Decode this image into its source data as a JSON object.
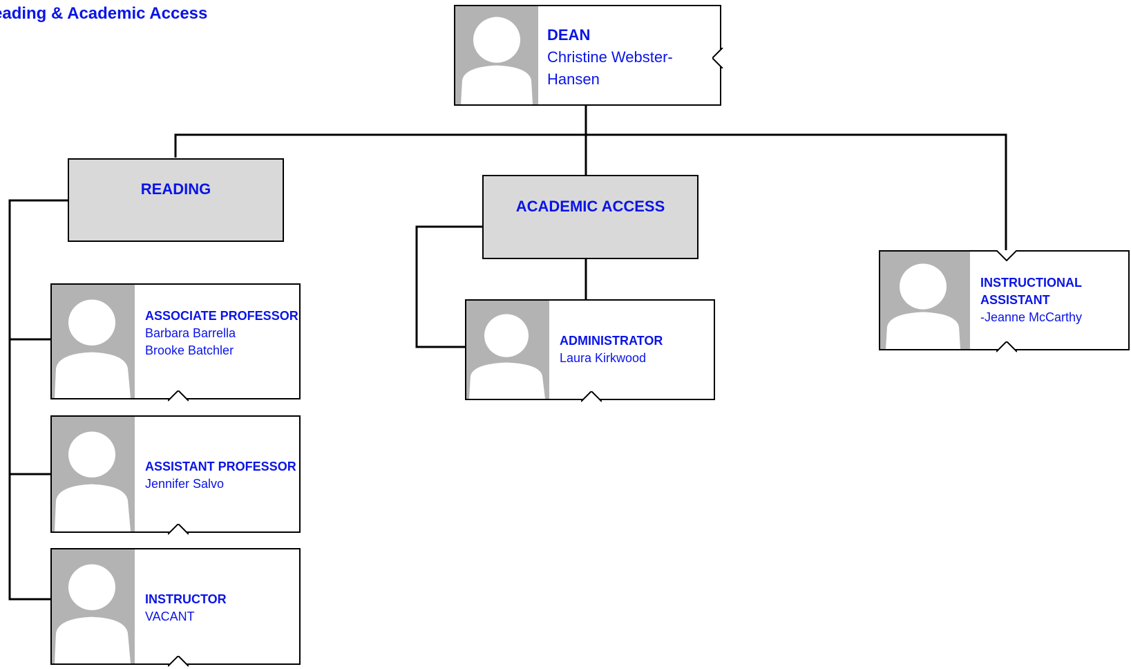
{
  "title": "eading & Academic Access",
  "colors": {
    "text": "#0a14e6",
    "photo_bg": "#b3b3b3",
    "dept_fill": "#d9d9d9",
    "line": "#000000"
  },
  "dean": {
    "role": "DEAN",
    "names": [
      "Christine Webster-",
      "Hansen"
    ]
  },
  "departments": [
    {
      "label": "READING"
    },
    {
      "label": "ACADEMIC ACCESS"
    }
  ],
  "reading_staff": [
    {
      "role": "ASSOCIATE PROFESSOR",
      "names": [
        "Barbara Barrella",
        "Brooke Batchler"
      ]
    },
    {
      "role": "ASSISTANT PROFESSOR",
      "names": [
        "Jennifer Salvo"
      ]
    },
    {
      "role": "INSTRUCTOR",
      "names": [
        "VACANT"
      ]
    }
  ],
  "academic_access_staff": [
    {
      "role": "ADMINISTRATOR",
      "names": [
        "Laura Kirkwood"
      ]
    }
  ],
  "instructional_assistant": {
    "role_lines": [
      "INSTRUCTIONAL",
      "ASSISTANT"
    ],
    "names": [
      "-Jeanne McCarthy"
    ]
  },
  "icons": {
    "person": "person-silhouette-icon"
  }
}
